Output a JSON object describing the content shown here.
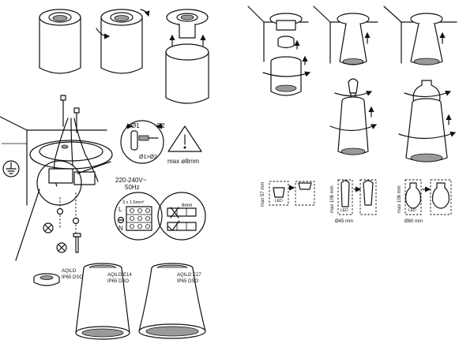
{
  "texts": {
    "d1": "Ø1",
    "d2": "Ø2",
    "d1d2": "Ø1>Ø2",
    "max8": "max ø8mm",
    "voltage1": "220-240V~",
    "voltage2": "50Hz",
    "cable": "3 x 1.5mm²",
    "strip": "8mm",
    "term_l": "L",
    "term_n": "N",
    "prod1_name": "AQILO",
    "prod1_ip": "IP65 DSO",
    "prod2_name": "AQILO E14",
    "prod2_ip": "IP65 DSO",
    "prod3_name": "AQILO E27",
    "prod3_ip": "IP65 DSO",
    "max57": "max 57 mm",
    "max106a": "max 106 mm",
    "max106b": "max 106 mm",
    "dia45": "Ø45 mm",
    "dia60": "Ø60 mm",
    "led1": "LED",
    "led2": "LED",
    "led3": "LED"
  },
  "icons": [
    "earth-ground-icon",
    "warning-triangle-icon",
    "rotate-arrow-icon",
    "up-arrow-icon",
    "check-mark-icon",
    "cross-mark-icon",
    "screw-icon"
  ]
}
